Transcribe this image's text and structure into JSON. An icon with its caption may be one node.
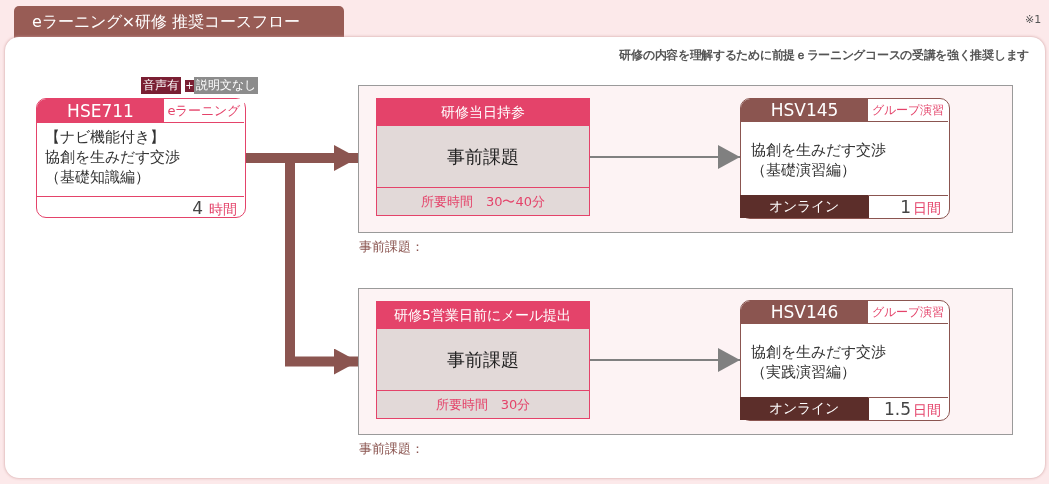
{
  "diagram": {
    "title": "eラーニング×研修 推奨コースフロー",
    "nodes": [
      {
        "text": [
          "HSE711",
          "eラーニング",
          "【ナビ機能付き】協創を生みだす交渉（基礎知識編）",
          "4",
          "時間"
        ],
        "beside": [
          "音声有",
          "+",
          "説明文なし"
        ]
      },
      {
        "text": [],
        "shape": "box",
        "beside": [
          "事前課題："
        ]
      },
      {
        "text": [
          "研修当日持参",
          "事前課題",
          "所要時間　30〜40分"
        ],
        "in": 1
      },
      {
        "text": [
          "HSV145",
          "グループ演習",
          "協創を生みだす交渉（基礎演習編）",
          "オンライン",
          "1",
          "日間"
        ],
        "in": 1
      },
      {
        "text": [],
        "shape": "box",
        "beside": [
          "事前課題："
        ]
      },
      {
        "text": [
          "研修5営業日前にメール提出",
          "事前課題",
          "所要時間　30分"
        ],
        "in": 4
      },
      {
        "text": [
          "HSV146",
          "グループ演習",
          "協創を生みだす交渉（実践演習編）",
          "オンライン",
          "1.5",
          "日間"
        ],
        "in": 4
      }
    ],
    "edges": [
      {
        "from": 0,
        "to": 1,
        "arrow": "to",
        "style": "thick",
        "color": "#8b5550"
      },
      {
        "from": 0,
        "to": 4,
        "arrow": "to",
        "style": "thick",
        "color": "#8b5550"
      },
      {
        "from": 2,
        "to": 3,
        "arrow": "to"
      },
      {
        "from": 5,
        "to": 6,
        "arrow": "to"
      }
    ],
    "labels": [
      "※1",
      "研修の内容を理解するために前提ｅラーニングコースの受講を強く推奨します"
    ]
  }
}
